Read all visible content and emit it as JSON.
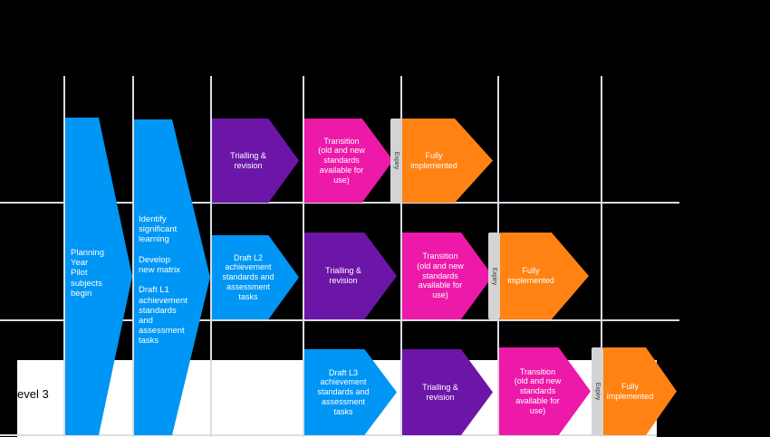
{
  "colors": {
    "background": "#000000",
    "band": "#ffffff",
    "grid": "#d9dde6",
    "blue": "#0096f5",
    "purple": "#6c16a8",
    "magenta": "#ec19a9",
    "orange": "#ff8212",
    "expiry": "#d4d4d4"
  },
  "rows": [
    {
      "label": ""
    },
    {
      "label": ""
    },
    {
      "label": "evel 3"
    }
  ],
  "planning": {
    "text": "Planning\nYear\nPilot\nsubjects\nbegin"
  },
  "develop": {
    "text": "Identify\nsignificant\nlearning\n\nDevelop\nnew matrix\n\nDraft L1\nachievement\nstandards\nand\nassessment\ntasks"
  },
  "stages": {
    "row1": [
      {
        "text": "Trialling &\nrevision"
      },
      {
        "text": "Transition\n(old and new\nstandards\navailable for\nuse)"
      },
      {
        "text": "Fully\nimplemented"
      }
    ],
    "row2": [
      {
        "text": "Draft L2\nachievement\nstandards and\nassessment\ntasks"
      },
      {
        "text": "Trialling &\nrevision"
      },
      {
        "text": "Transition\n(old and new\nstandards\navailable for\nuse)"
      },
      {
        "text": "Fully\nimplemented"
      }
    ],
    "row3": [
      {
        "text": "Draft L3\nachievement\nstandards and\nassessment\ntasks"
      },
      {
        "text": "Trialling &\nrevision"
      },
      {
        "text": "Transition\n(old and new\nstandards\navailable for\nuse)"
      },
      {
        "text": "Fully\nimplemented"
      }
    ]
  },
  "expiry_label": "Expiry"
}
